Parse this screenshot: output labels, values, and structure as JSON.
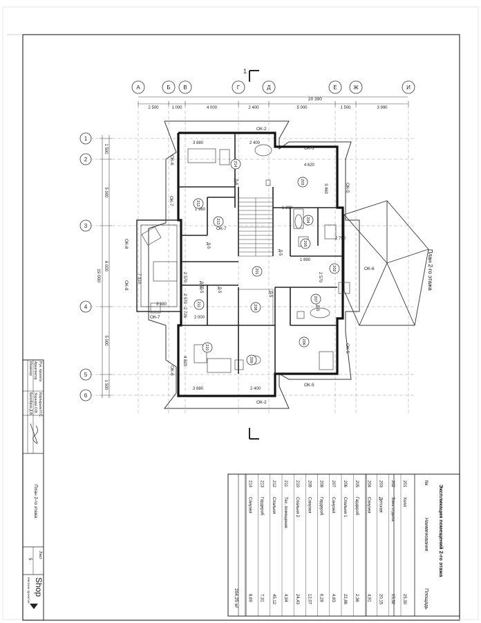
{
  "sheet_title": "План 2-го этажа",
  "section_mark": "1",
  "axes_letters": [
    "А",
    "Б",
    "В",
    "Г",
    "Д",
    "Е",
    "Ж",
    "И"
  ],
  "axes_numbers": [
    "1",
    "2",
    "3",
    "4",
    "5",
    "6"
  ],
  "dim_top_total": "20 390",
  "dims_top": [
    "2 500",
    "1 000",
    "4 000",
    "2 400",
    "5 000",
    "1 500",
    "3 990"
  ],
  "dims_left": [
    "1 500",
    "5 000",
    "6 000",
    "5 000",
    "1 500"
  ],
  "dim_left_total": "19 000",
  "wall_labels": {
    "ok2_top": "ОК-2",
    "ok2_bottom": "ОК-2",
    "ok5_top": "ОК-5",
    "ok5_bottom": "ОК-5",
    "ok5_right_top": "ОК-5",
    "ok5_right_bottom": "ОК-5",
    "ok6_left_top": "ОК-6",
    "ok6_left_bottom": "ОК-6",
    "ok7_top": "ОК-7",
    "ok7_bottom": "ОК-7",
    "ok8_a": "ОК-8",
    "ok8_b": "ОК-8",
    "ok6_bay": "ОК-6",
    "ok6_roof": "ОК-6"
  },
  "plan_dims": [
    "3 880",
    "2 400",
    "4 620",
    "3 460",
    "1 200",
    "1 960",
    "1 890",
    "2 570",
    "2 570",
    "2 726",
    "3 380",
    "7 310",
    "2 000",
    "4 820",
    "3 880",
    "2 400",
    "2 570",
    "2 790"
  ],
  "room_numbers": [
    "201",
    "202",
    "203",
    "204",
    "205",
    "206",
    "207",
    "208",
    "209",
    "210",
    "211",
    "212",
    "213",
    "214"
  ],
  "doors": [
    "Д-5",
    "Д-5",
    "Д-5",
    "Д-5",
    "Д-5",
    "Д-5",
    "Д-5",
    "Д-6"
  ],
  "explication": {
    "title": "Экспликация помещений 2-го этажа",
    "headers": [
      "№",
      "Наименование",
      "Площадь"
    ],
    "rows": [
      {
        "no": "201",
        "name": "Холл",
        "area": "25,30"
      },
      {
        "no": "202",
        "name": "Зона отдыха",
        "area": "15,32"
      },
      {
        "no": "203",
        "name": "Детская",
        "area": "20,15"
      },
      {
        "no": "204",
        "name": "Санузел",
        "area": "4,91"
      },
      {
        "no": "205",
        "name": "Гардероб",
        "area": "2,36"
      },
      {
        "no": "206",
        "name": "Спальня 1",
        "area": "22,86"
      },
      {
        "no": "207",
        "name": "Санузел",
        "area": "4,83"
      },
      {
        "no": "208",
        "name": "Гардероб",
        "area": "6,28"
      },
      {
        "no": "209",
        "name": "Санузел",
        "area": "12,07"
      },
      {
        "no": "210",
        "name": "Спальня 2",
        "area": "24,43"
      },
      {
        "no": "211",
        "name": "Тех. помещение",
        "area": "4,94"
      },
      {
        "no": "212",
        "name": "Спальня",
        "area": "45,12"
      },
      {
        "no": "213",
        "name": "Гардероб",
        "area": "7,31"
      },
      {
        "no": "214",
        "name": "Санузел",
        "area": "8,69"
      }
    ],
    "total": "204,25 м²"
  },
  "stamp": {
    "roles": [
      "Рук. проекта",
      "Архитектор",
      "Инженер"
    ],
    "people": [
      "Кирпарьев Н.С.",
      "Зорнова О.В.",
      "Белобров Д.В."
    ],
    "sheet_name": "План 2-го этажа",
    "list_label": "Лист",
    "list_no": "5",
    "logo_text": "Shop",
    "logo_sub": "Магазин проектов"
  }
}
